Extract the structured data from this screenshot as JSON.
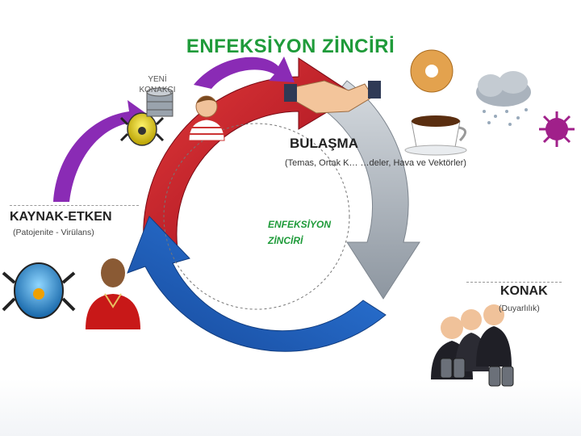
{
  "title": "ENFEKSİYON ZİNCİRİ",
  "new_host": {
    "line1": "YENİ",
    "line2": "KONAKÇI"
  },
  "transmission": {
    "title": "BULAŞMA",
    "subtitle": "(Temas, Ortak K… …deler, Hava ve Vektörler)"
  },
  "source": {
    "title": "KAYNAK-ETKEN",
    "subtitle": "(Patojenite - Virülans)"
  },
  "host": {
    "title": "KONAK",
    "subtitle": "(Duyarlılık)"
  },
  "center": {
    "line1": "ENFEKSİYON",
    "line2": "ZİNCİRİ"
  },
  "colors": {
    "title": "#1f9b3a",
    "arrow_red": "#c8102e",
    "arrow_blue": "#1e5fbf",
    "arrow_gray": "#9aa3ad",
    "arrow_purple": "#8a2bb5"
  },
  "icons": [
    "bug-icon",
    "database-icon",
    "person-icon",
    "handshake-icon",
    "donut-icon",
    "coffee-icon",
    "cloud-rain-icon",
    "virus-icon",
    "binoculars-people-icon"
  ]
}
